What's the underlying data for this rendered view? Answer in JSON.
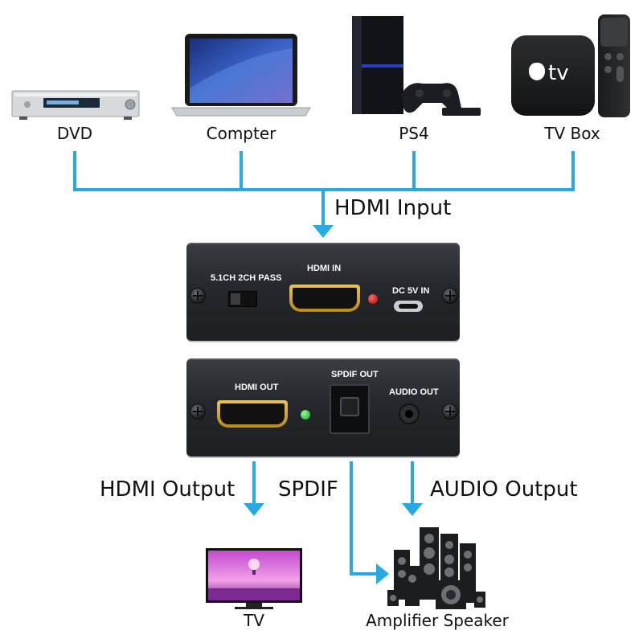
{
  "devices": {
    "dvd": "DVD",
    "computer": "Compter",
    "ps4": "PS4",
    "tvbox": "TV Box",
    "tvbox_logo": "tv"
  },
  "flow": {
    "hdmi_input": "HDMI Input",
    "hdmi_output": "HDMI Output",
    "spdif": "SPDIF",
    "audio_output": "AUDIO Output"
  },
  "panels": {
    "top": {
      "switch_label": "5.1CH  2CH PASS",
      "hdmi_in": "HDMI IN",
      "dc_in": "DC 5V IN"
    },
    "bottom": {
      "hdmi_out": "HDMI OUT",
      "spdif_out": "SPDIF OUT",
      "audio_out": "AUDIO OUT"
    }
  },
  "outputs": {
    "tv": "TV",
    "speaker": "Amplifier Speaker"
  },
  "colors": {
    "line": "#29a9e1",
    "panel": "#25282c",
    "hdmi_gold": "#d4a935",
    "led_red": "#d01010",
    "led_green": "#22c23a"
  }
}
